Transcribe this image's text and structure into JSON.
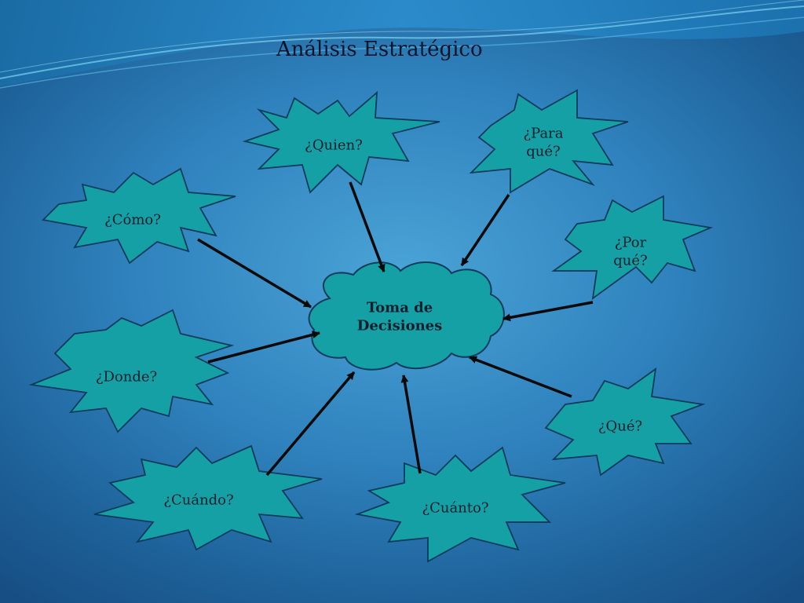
{
  "title": "Análisis Estratégico",
  "center": {
    "label": "Toma de Decisiones"
  },
  "nodes": [
    {
      "id": "quien",
      "label": "¿Quien?"
    },
    {
      "id": "para-que",
      "label": "¿Para qué?"
    },
    {
      "id": "como",
      "label": "¿Cómo?"
    },
    {
      "id": "por-que",
      "label": "¿Por qué?"
    },
    {
      "id": "donde",
      "label": "¿Donde?"
    },
    {
      "id": "que",
      "label": "¿Qué?"
    },
    {
      "id": "cuando",
      "label": "¿Cuándo?"
    },
    {
      "id": "cuanto",
      "label": "¿Cuánto?"
    }
  ],
  "colors": {
    "shape_fill": "#14a0a5",
    "shape_stroke": "#0c3b5e",
    "arrow": "#0a0a0a",
    "title_text": "#06142a"
  }
}
